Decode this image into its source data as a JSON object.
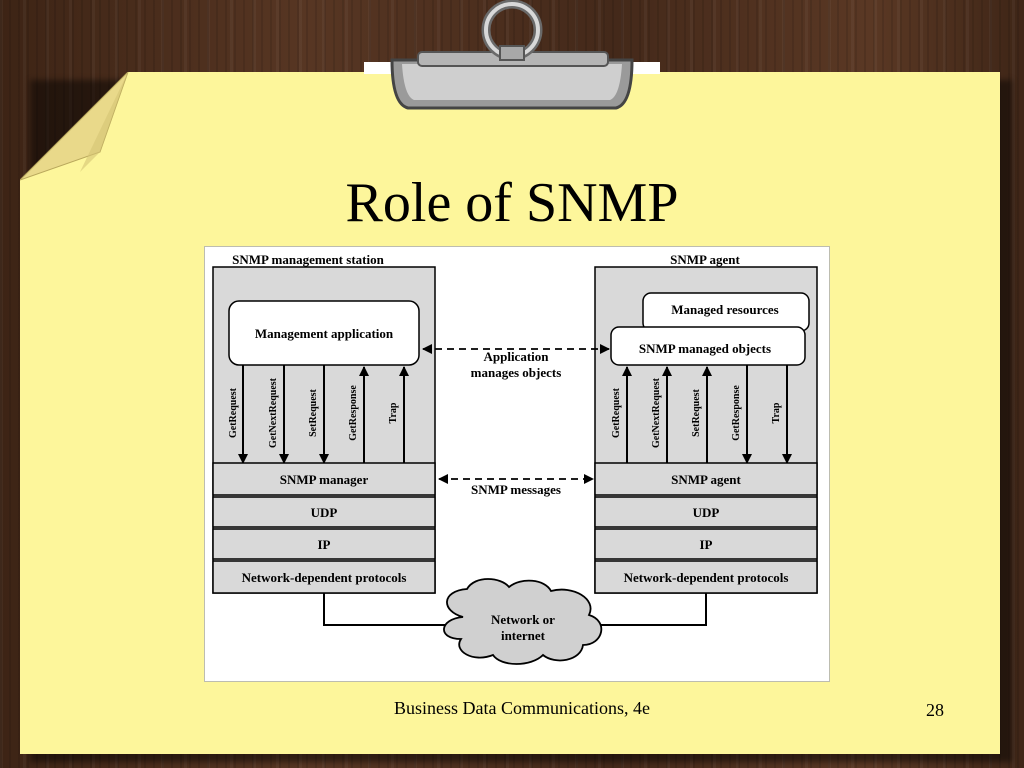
{
  "slide": {
    "title": "Role of SNMP",
    "footer": "Business Data Communications, 4e",
    "page_number": "28"
  },
  "diagram": {
    "station": {
      "label": "SNMP management station",
      "app": "Management application",
      "manager": "SNMP manager",
      "udp": "UDP",
      "ip": "IP",
      "network": "Network-dependent protocols",
      "messages": [
        "GetRequest",
        "GetNextRequest",
        "SetRequest",
        "GetResponse",
        "Trap"
      ]
    },
    "agent": {
      "label": "SNMP agent",
      "resources": "Managed resources",
      "objects": "SNMP managed objects",
      "agent_layer": "SNMP agent",
      "udp": "UDP",
      "ip": "IP",
      "network": "Network-dependent protocols",
      "messages": [
        "GetRequest",
        "GetNextRequest",
        "SetRequest",
        "GetResponse",
        "Trap"
      ]
    },
    "app_link": [
      "Application",
      "manages objects"
    ],
    "msg_link": "SNMP messages",
    "cloud": [
      "Network or",
      "internet"
    ]
  }
}
